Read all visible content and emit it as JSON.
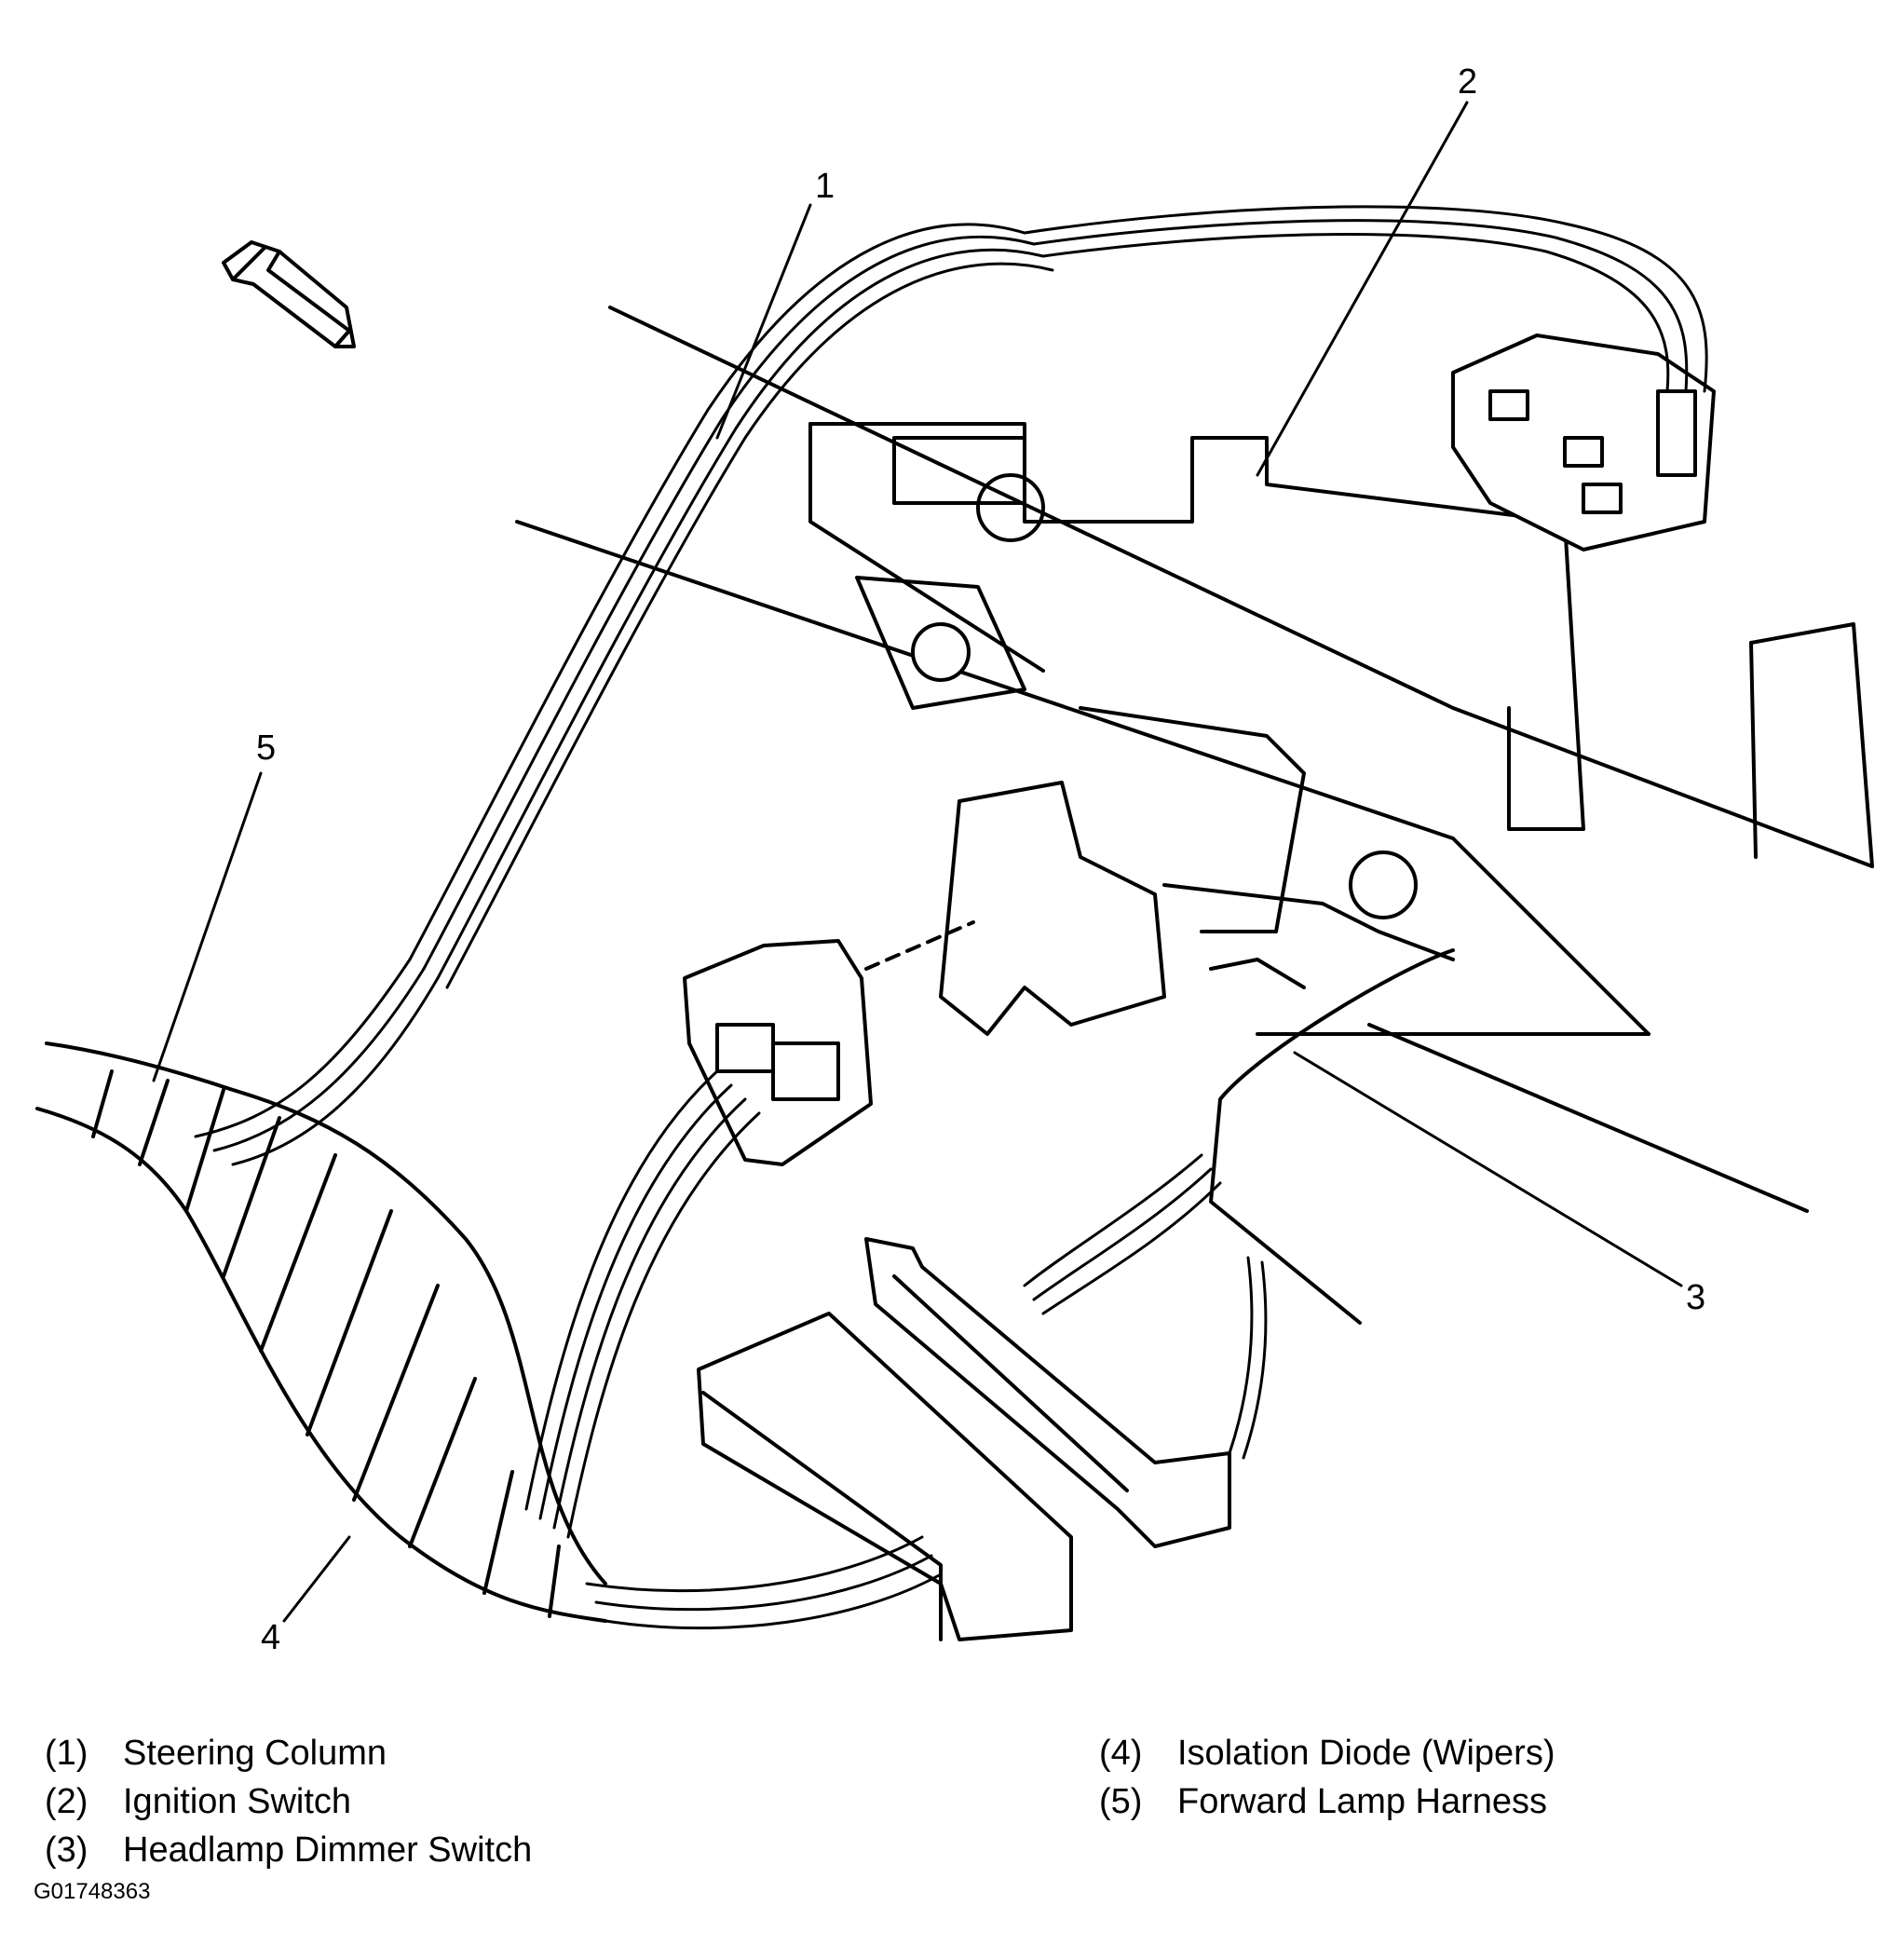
{
  "callouts": [
    "1",
    "2",
    "3",
    "4",
    "5"
  ],
  "legend": [
    {
      "num": "(1)",
      "label": "Steering Column"
    },
    {
      "num": "(2)",
      "label": "Ignition Switch"
    },
    {
      "num": "(3)",
      "label": "Headlamp Dimmer Switch"
    },
    {
      "num": "(4)",
      "label": "Isolation Diode (Wipers)"
    },
    {
      "num": "(5)",
      "label": "Forward Lamp Harness"
    }
  ],
  "figure_id": "G01748363"
}
